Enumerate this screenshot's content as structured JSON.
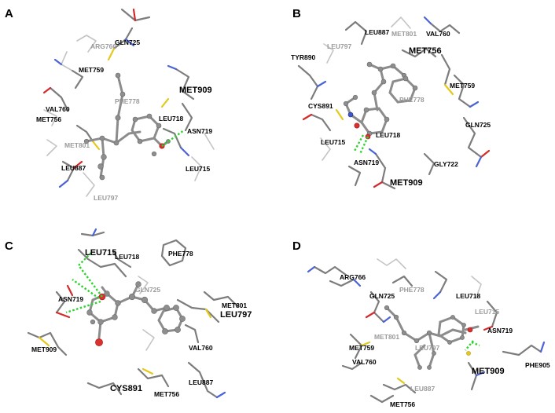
{
  "panels": [
    {
      "letter": "A",
      "residues": {
        "gln725": "GLN725",
        "arg766": "ARG766",
        "met759": "MET759",
        "phe778": "PHE778",
        "met909": "MET909",
        "val760": "VAL760",
        "met756": "MET756",
        "leu718": "LEU718",
        "asn719": "ASN719",
        "met801": "MET801",
        "leu887": "LEU887",
        "leu715": "LEU715",
        "leu797": "LEU797"
      }
    },
    {
      "letter": "B",
      "residues": {
        "leu887": "LEU887",
        "met801": "MET801",
        "val760": "VAL760",
        "leu797": "LEU797",
        "tyr890": "TYR890",
        "met756": "MET756",
        "met759": "MET759",
        "cys891": "CYS891",
        "phe778": "PHE778",
        "leu715": "LEU715",
        "leu718": "LEU718",
        "gln725": "GLN725",
        "asn719": "ASN719",
        "gly722": "GLY722",
        "met909": "MET909"
      }
    },
    {
      "letter": "C",
      "residues": {
        "leu715": "LEU715",
        "leu718": "LEU718",
        "phe778": "PHE778",
        "gln725": "GLN725",
        "asn719": "ASN719",
        "met801": "MET801",
        "leu797": "LEU797",
        "met909": "MET909",
        "val760": "VAL760",
        "cys891": "CYS891",
        "leu887": "LEU887",
        "met756": "MET756"
      }
    },
    {
      "letter": "D",
      "residues": {
        "arg766": "ARG766",
        "gln725": "GLN725",
        "phe778": "PHE778",
        "leu718": "LEU718",
        "leu715": "LEU715",
        "met801": "MET801",
        "asn719": "ASN719",
        "met759": "MET759",
        "leu797": "LEU797",
        "val760": "VAL760",
        "met909": "MET909",
        "phe905": "PHE905",
        "leu887": "LEU887",
        "met756": "MET756"
      }
    }
  ],
  "colors": {
    "carbon": "#8e8e8e",
    "oxygen": "#d93030",
    "nitrogen": "#3c55d0",
    "sulfur": "#e4c81c",
    "hbond": "#2fd32f"
  }
}
